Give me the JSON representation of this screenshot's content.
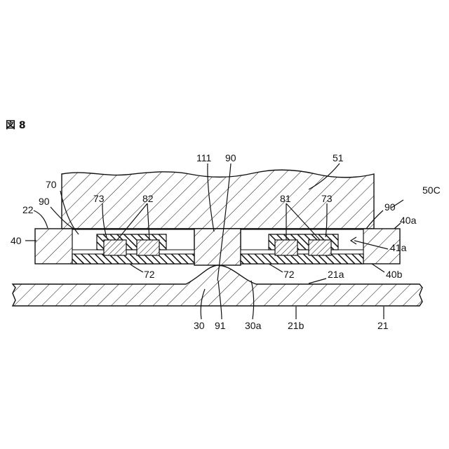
{
  "figure": {
    "title": "図 8",
    "labels": {
      "l111": "111",
      "l90_top": "90",
      "l51": "51",
      "l50c": "50C",
      "l70": "70",
      "l73_left": "73",
      "l82": "82",
      "l81": "81",
      "l73_right": "73",
      "l22": "22",
      "l90_left": "90",
      "l90_right": "90",
      "l40a": "40a",
      "l40": "40",
      "l41a": "41a",
      "l72_left": "72",
      "l72_right": "72",
      "l40b": "40b",
      "l21a": "21a",
      "l30": "30",
      "l91": "91",
      "l30a": "30a",
      "l21b": "21b",
      "l21": "21"
    }
  }
}
